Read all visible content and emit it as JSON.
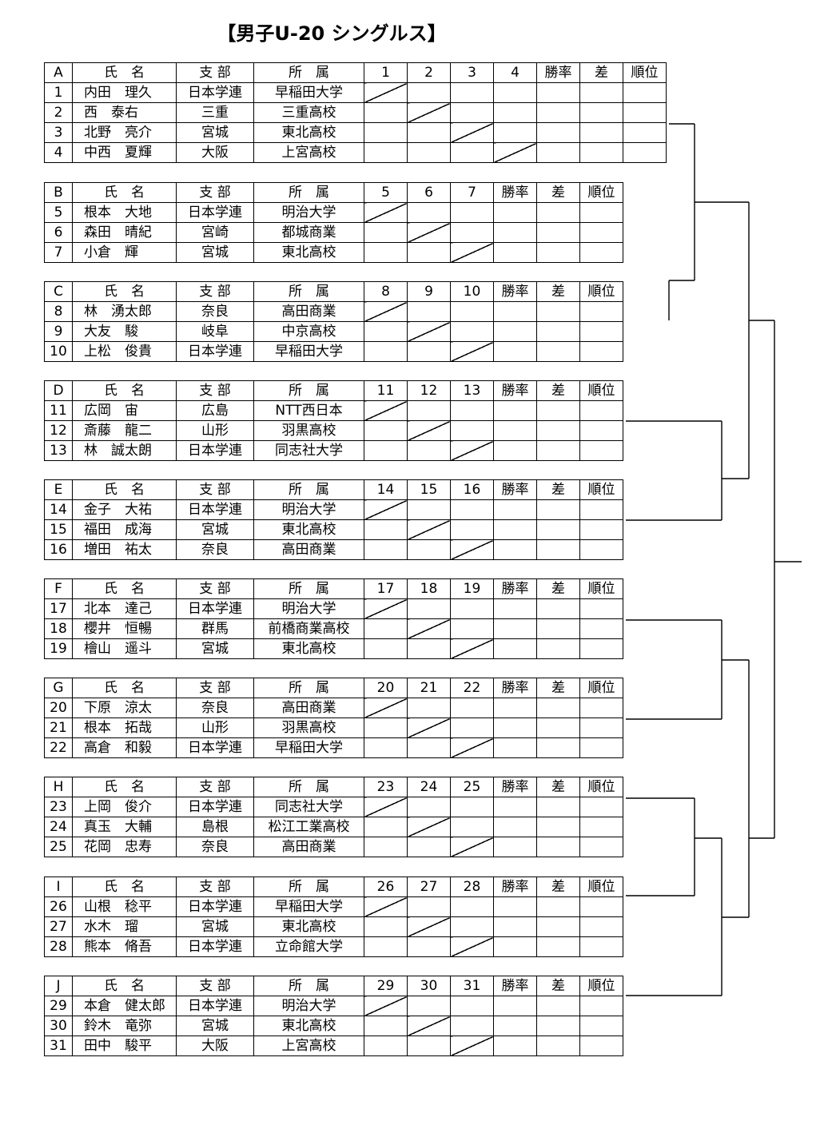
{
  "title": "【男子U-20 シングルス】",
  "headers": {
    "name": "氏　名",
    "branch": "支 部",
    "affiliation": "所　属",
    "win_rate": "勝率",
    "diff": "差",
    "rank": "順位"
  },
  "groups": [
    {
      "letter": "A",
      "cols": [
        "1",
        "2",
        "3",
        "4"
      ],
      "players": [
        {
          "no": "1",
          "name": "内田　理久",
          "branch": "日本学連",
          "affiliation": "早稲田大学"
        },
        {
          "no": "2",
          "name": "西　泰右",
          "branch": "三重",
          "affiliation": "三重高校"
        },
        {
          "no": "3",
          "name": "北野　亮介",
          "branch": "宮城",
          "affiliation": "東北高校"
        },
        {
          "no": "4",
          "name": "中西　夏輝",
          "branch": "大阪",
          "affiliation": "上宮高校"
        }
      ]
    },
    {
      "letter": "B",
      "cols": [
        "5",
        "6",
        "7"
      ],
      "players": [
        {
          "no": "5",
          "name": "根本　大地",
          "branch": "日本学連",
          "affiliation": "明治大学"
        },
        {
          "no": "6",
          "name": "森田　晴紀",
          "branch": "宮崎",
          "affiliation": "都城商業"
        },
        {
          "no": "7",
          "name": "小倉　輝",
          "branch": "宮城",
          "affiliation": "東北高校"
        }
      ]
    },
    {
      "letter": "C",
      "cols": [
        "8",
        "9",
        "10"
      ],
      "players": [
        {
          "no": "8",
          "name": "林　湧太郎",
          "branch": "奈良",
          "affiliation": "高田商業"
        },
        {
          "no": "9",
          "name": "大友　駿",
          "branch": "岐阜",
          "affiliation": "中京高校"
        },
        {
          "no": "10",
          "name": "上松　俊貴",
          "branch": "日本学連",
          "affiliation": "早稲田大学"
        }
      ]
    },
    {
      "letter": "D",
      "cols": [
        "11",
        "12",
        "13"
      ],
      "players": [
        {
          "no": "11",
          "name": "広岡　宙",
          "branch": "広島",
          "affiliation": "NTT西日本"
        },
        {
          "no": "12",
          "name": "斎藤　龍二",
          "branch": "山形",
          "affiliation": "羽黒高校"
        },
        {
          "no": "13",
          "name": "林　誠太朗",
          "branch": "日本学連",
          "affiliation": "同志社大学"
        }
      ]
    },
    {
      "letter": "E",
      "cols": [
        "14",
        "15",
        "16"
      ],
      "players": [
        {
          "no": "14",
          "name": "金子　大祐",
          "branch": "日本学連",
          "affiliation": "明治大学"
        },
        {
          "no": "15",
          "name": "福田　成海",
          "branch": "宮城",
          "affiliation": "東北高校"
        },
        {
          "no": "16",
          "name": "増田　祐太",
          "branch": "奈良",
          "affiliation": "高田商業"
        }
      ]
    },
    {
      "letter": "F",
      "cols": [
        "17",
        "18",
        "19"
      ],
      "players": [
        {
          "no": "17",
          "name": "北本　達己",
          "branch": "日本学連",
          "affiliation": "明治大学"
        },
        {
          "no": "18",
          "name": "櫻井　恒暢",
          "branch": "群馬",
          "affiliation": "前橋商業高校"
        },
        {
          "no": "19",
          "name": "檜山　遥斗",
          "branch": "宮城",
          "affiliation": "東北高校"
        }
      ]
    },
    {
      "letter": "G",
      "cols": [
        "20",
        "21",
        "22"
      ],
      "players": [
        {
          "no": "20",
          "name": "下原　涼太",
          "branch": "奈良",
          "affiliation": "高田商業"
        },
        {
          "no": "21",
          "name": "根本　拓哉",
          "branch": "山形",
          "affiliation": "羽黒高校"
        },
        {
          "no": "22",
          "name": "高倉　和毅",
          "branch": "日本学連",
          "affiliation": "早稲田大学"
        }
      ]
    },
    {
      "letter": "H",
      "cols": [
        "23",
        "24",
        "25"
      ],
      "players": [
        {
          "no": "23",
          "name": "上岡　俊介",
          "branch": "日本学連",
          "affiliation": "同志社大学"
        },
        {
          "no": "24",
          "name": "真玉　大輔",
          "branch": "島根",
          "affiliation": "松江工業高校"
        },
        {
          "no": "25",
          "name": "花岡　忠寿",
          "branch": "奈良",
          "affiliation": "高田商業"
        }
      ]
    },
    {
      "letter": "I",
      "cols": [
        "26",
        "27",
        "28"
      ],
      "players": [
        {
          "no": "26",
          "name": "山根　稔平",
          "branch": "日本学連",
          "affiliation": "早稲田大学"
        },
        {
          "no": "27",
          "name": "水木　瑠",
          "branch": "宮城",
          "affiliation": "東北高校"
        },
        {
          "no": "28",
          "name": "熊本　脩吾",
          "branch": "日本学連",
          "affiliation": "立命館大学"
        }
      ]
    },
    {
      "letter": "J",
      "cols": [
        "29",
        "30",
        "31"
      ],
      "players": [
        {
          "no": "29",
          "name": "本倉　健太郎",
          "branch": "日本学連",
          "affiliation": "明治大学"
        },
        {
          "no": "30",
          "name": "鈴木　竜弥",
          "branch": "宮城",
          "affiliation": "東北高校"
        },
        {
          "no": "31",
          "name": "田中　駿平",
          "branch": "大阪",
          "affiliation": "上宮高校"
        }
      ]
    }
  ]
}
